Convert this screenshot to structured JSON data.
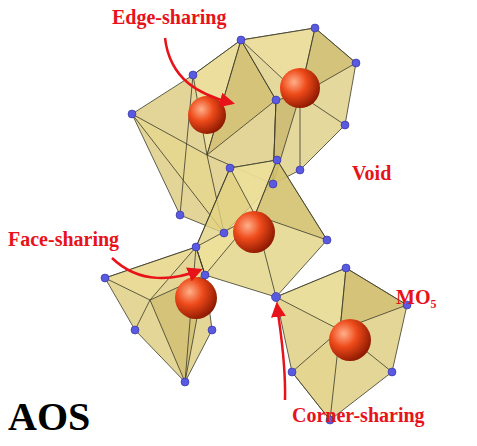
{
  "diagram": {
    "labels": [
      "Edge-sharing",
      "Face-sharing",
      "Void",
      "MO₅",
      "Corner-sharing",
      "AOS"
    ]
  }
}
